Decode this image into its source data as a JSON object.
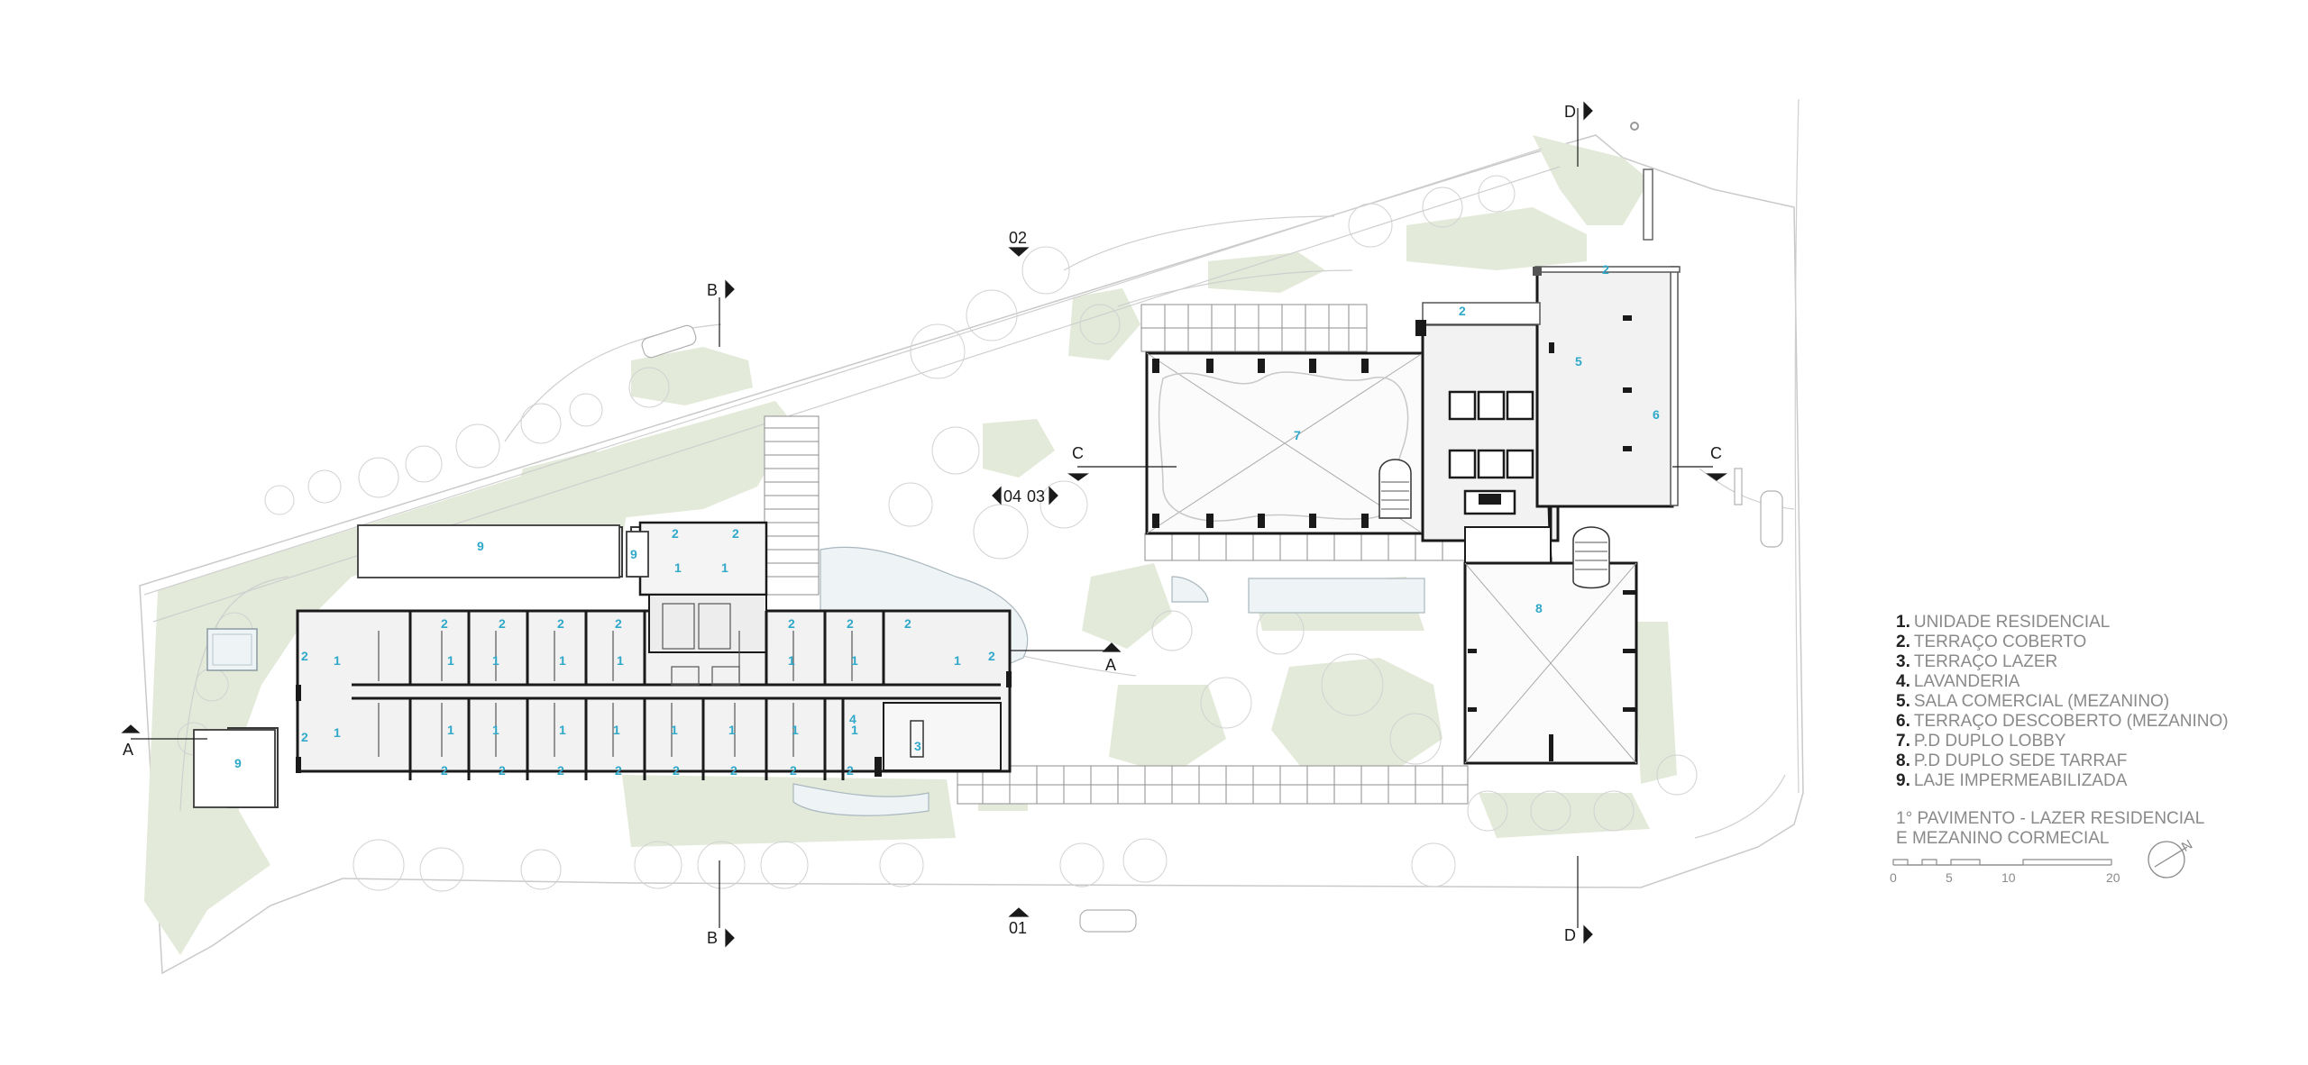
{
  "legend": {
    "items": [
      {
        "num": "1.",
        "text": "UNIDADE RESIDENCIAL"
      },
      {
        "num": "2.",
        "text": "TERRAÇO COBERTO"
      },
      {
        "num": "3.",
        "text": "TERRAÇO LAZER"
      },
      {
        "num": "4.",
        "text": "LAVANDERIA"
      },
      {
        "num": "5.",
        "text": "SALA COMERCIAL (MEZANINO)"
      },
      {
        "num": "6.",
        "text": "TERRAÇO DESCOBERTO (MEZANINO)"
      },
      {
        "num": "7.",
        "text": "P.D DUPLO LOBBY"
      },
      {
        "num": "8.",
        "text": "P.D DUPLO SEDE TARRAF"
      },
      {
        "num": "9.",
        "text": "LAJE IMPERMEABILIZADA"
      }
    ]
  },
  "plan_title": {
    "line1": "1° PAVIMENTO - LAZER RESIDENCIAL",
    "line2": "E MEZANINO CORMECIAL"
  },
  "scale_bar": {
    "labels": [
      "0",
      "5",
      "10",
      "20"
    ]
  },
  "north_label": "N",
  "section_markers": {
    "A": "A",
    "B": "B",
    "C": "C",
    "D": "D",
    "elev_01": "01",
    "elev_02": "02",
    "elev_03": "03",
    "elev_04": "04"
  },
  "room_numbers": {
    "one": "1",
    "two": "2",
    "three": "3",
    "four": "4",
    "five": "5",
    "six": "6",
    "seven": "7",
    "eight": "8",
    "nine": "9"
  },
  "colors": {
    "accent": "#2fa8c9",
    "landscape": "#e3ead9",
    "line_dark": "#1a1a1a",
    "line_light": "#b8b8b8"
  }
}
